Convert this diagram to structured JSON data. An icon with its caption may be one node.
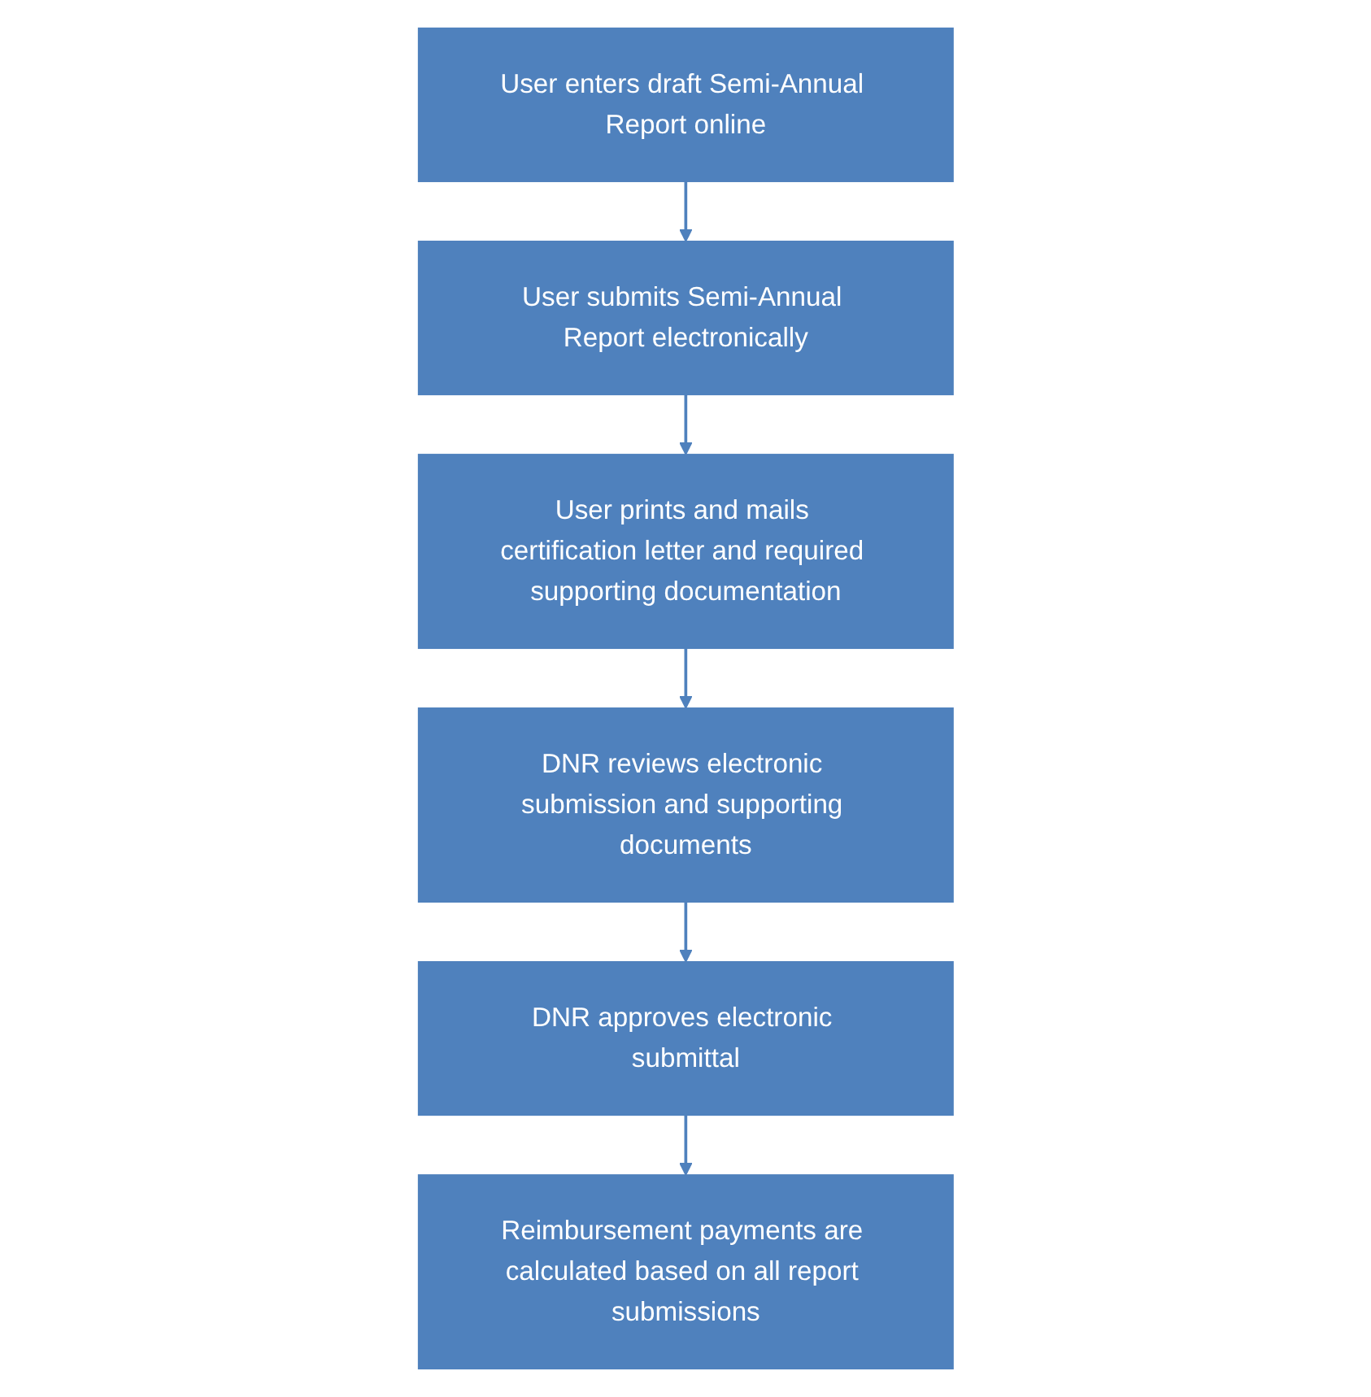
{
  "diagram": {
    "nodes": [
      {
        "text": [
          "User enters draft Semi-Annual Report online"
        ]
      },
      {
        "text": [
          "User submits Semi-Annual Report electronically"
        ]
      },
      {
        "text": [
          "User prints and mails certification letter and required supporting documentation"
        ]
      },
      {
        "text": [
          "DNR reviews electronic submission and supporting documents"
        ]
      },
      {
        "text": [
          "DNR approves electronic submittal"
        ]
      },
      {
        "text": [
          "Reimbursement payments are calculated based on all report submissions"
        ]
      }
    ],
    "edges": [
      {
        "from": 0,
        "to": 1,
        "arrow": "to"
      },
      {
        "from": 1,
        "to": 2,
        "arrow": "to"
      },
      {
        "from": 2,
        "to": 3,
        "arrow": "to"
      },
      {
        "from": 3,
        "to": 4,
        "arrow": "to"
      },
      {
        "from": 4,
        "to": 5,
        "arrow": "to"
      }
    ]
  }
}
